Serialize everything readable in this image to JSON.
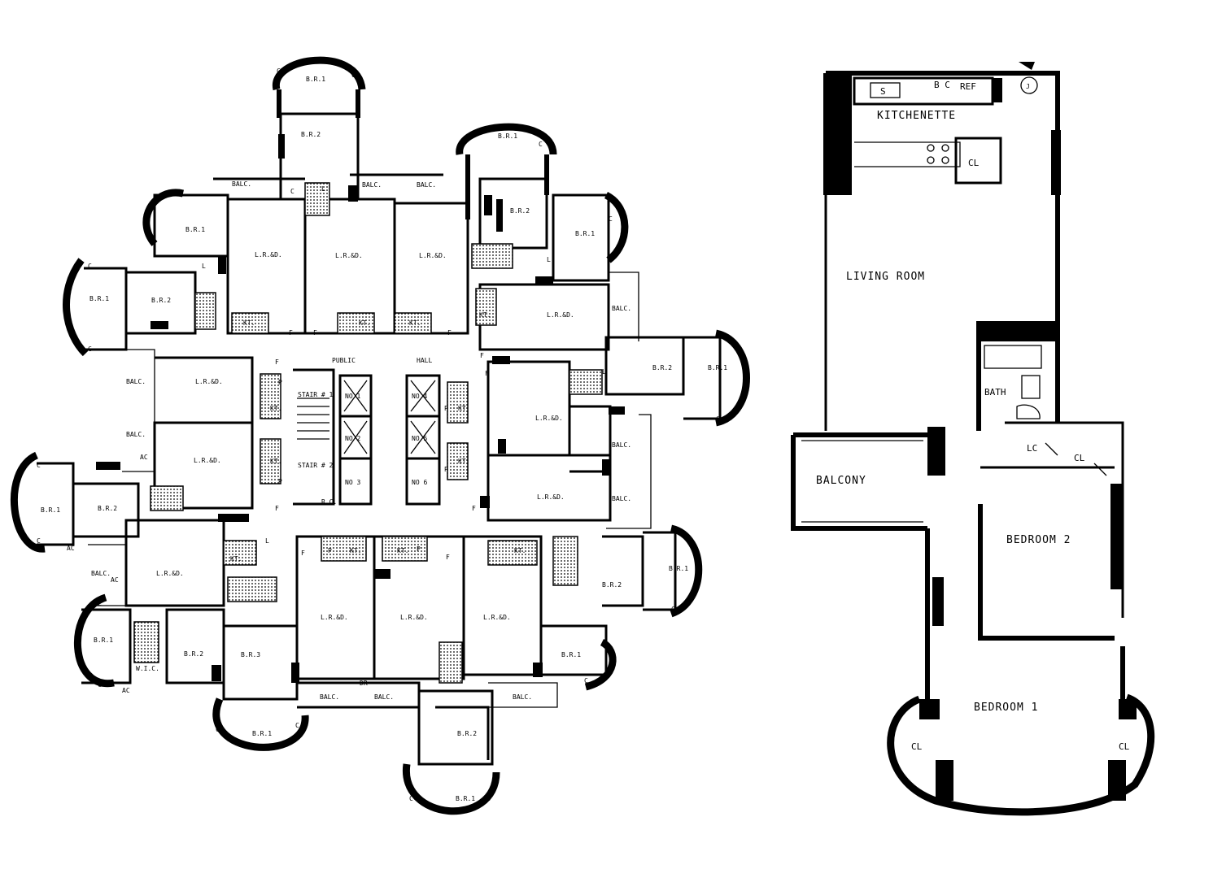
{
  "floor_plan": {
    "rooms": {
      "br1": "B.R.1",
      "br2": "B.R.2",
      "br3": "B.R.3",
      "lrd": "L.R.&D.",
      "kt": "KT.",
      "balc": "BALC.",
      "wic": "W.I.C.",
      "rc": "R.C."
    },
    "fixtures": {
      "c": "C",
      "l": "L",
      "p": "P",
      "f": "F",
      "ac": "AC",
      "dr": "DR"
    },
    "core": {
      "public": "PUBLIC",
      "hall": "HALL",
      "stair1": "STAIR # 1",
      "stair2": "STAIR # 2",
      "elevators": [
        "NO 1",
        "NO 2",
        "NO 3",
        "NO 4",
        "NO 5",
        "NO 6"
      ]
    }
  },
  "unit_plan": {
    "kitchenette": "KITCHENETTE",
    "living_room": "LIVING ROOM",
    "bath": "BATH",
    "lc": "LC",
    "cl": "CL",
    "balcony": "BALCONY",
    "bedroom2": "BEDROOM 2",
    "bedroom1": "BEDROOM 1",
    "sink": "S",
    "bc": "B C",
    "ref": "REF",
    "unit_letter": "J"
  }
}
